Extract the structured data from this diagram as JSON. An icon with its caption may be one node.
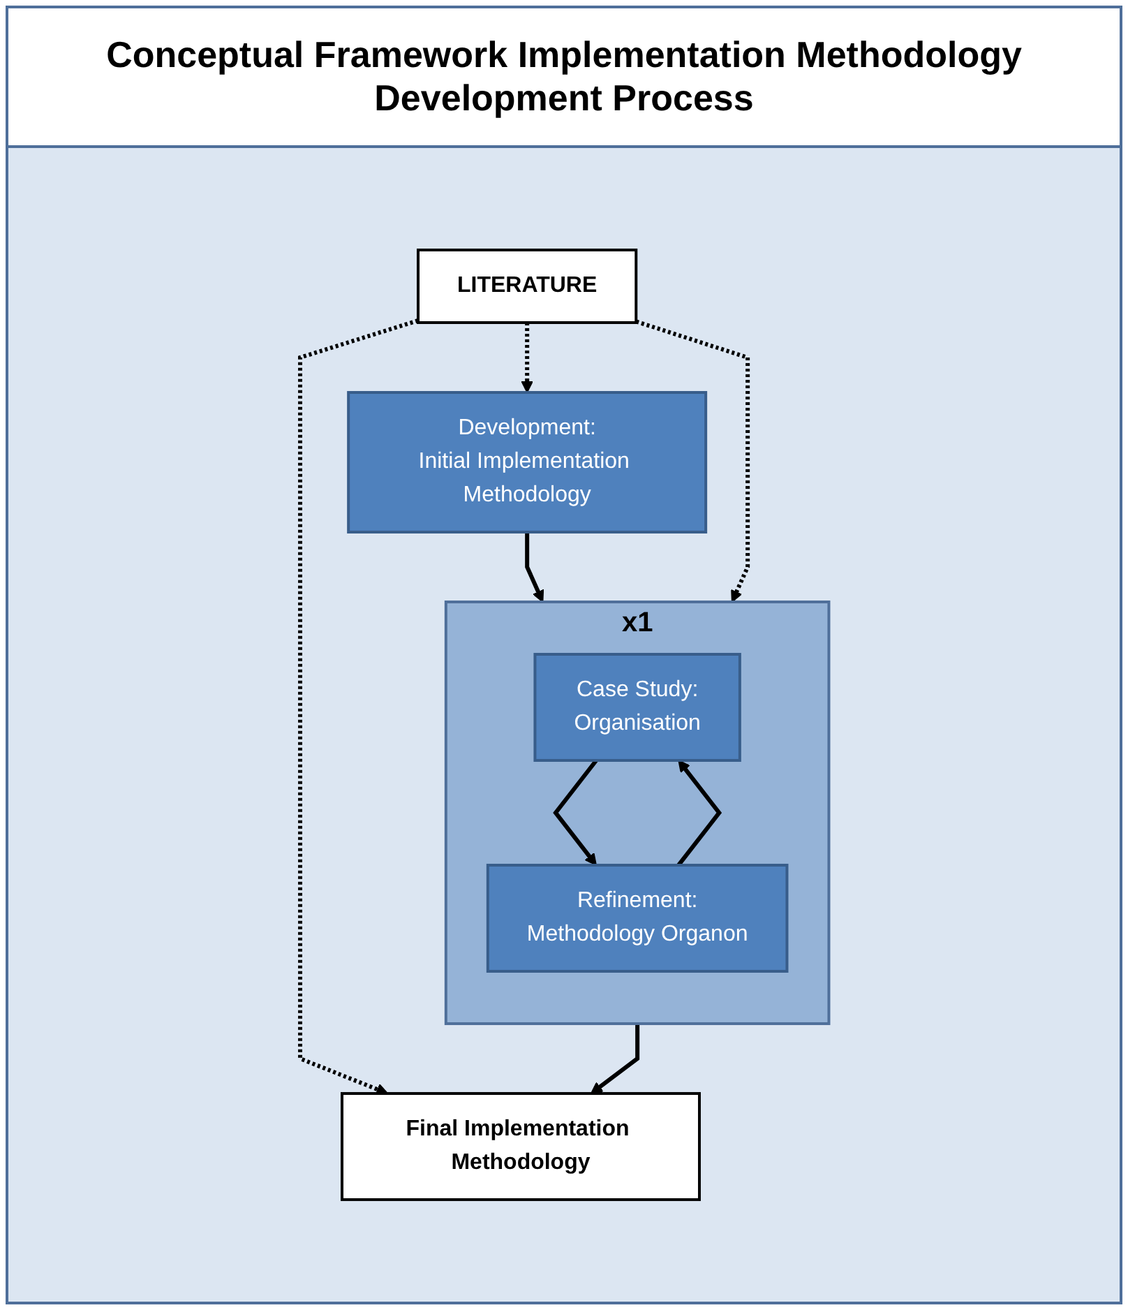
{
  "diagram": {
    "title": "Conceptual Framework Implementation Methodology Development Process",
    "nodes": [
      {
        "text": [
          "Development:",
          "Initial Implementation Methodology"
        ]
      },
      {
        "text": [
          "x1"
        ]
      },
      {
        "text": [
          "Case Study:",
          "Organisation"
        ],
        "in": 1
      },
      {
        "text": [
          "Refinement:",
          "Methodology Organon"
        ],
        "in": 1
      },
      {
        "text": [
          "Final Implementation Methodology"
        ]
      },
      {
        "text": [
          "LITERATURE"
        ]
      }
    ],
    "edges": [
      {
        "from": 0,
        "to": 1,
        "arrow": "to"
      },
      {
        "from": 2,
        "to": 3,
        "arrow": "to"
      },
      {
        "from": 3,
        "to": 2,
        "arrow": "to"
      },
      {
        "from": 1,
        "to": 4,
        "arrow": "to"
      },
      {
        "from": 5,
        "to": 0,
        "arrow": "to",
        "style": "dashed"
      },
      {
        "from": 5,
        "to": 1,
        "arrow": "to",
        "style": "dashed"
      },
      {
        "from": 5,
        "to": 4,
        "arrow": "to",
        "style": "dashed"
      }
    ]
  }
}
